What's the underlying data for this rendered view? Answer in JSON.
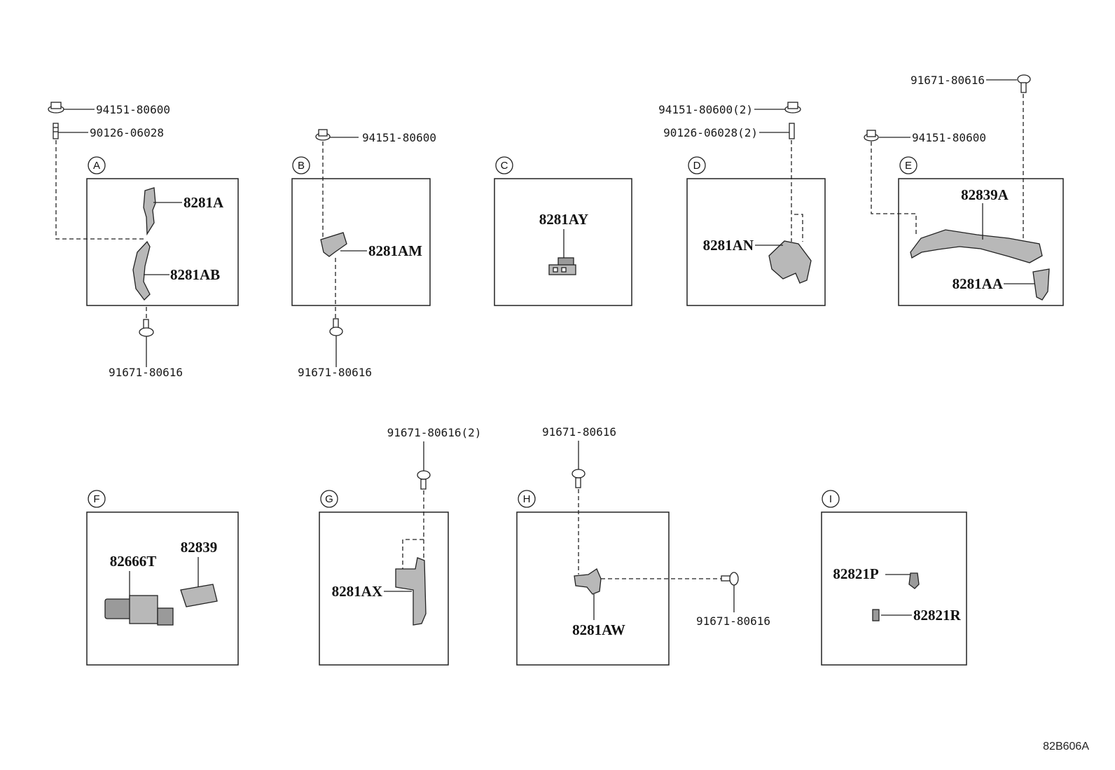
{
  "sections": [
    {
      "letter": "A",
      "parts": [
        "8281A",
        "8281AB"
      ],
      "fasteners": [
        "94151-80600",
        "90126-06028",
        "91671-80616"
      ]
    },
    {
      "letter": "B",
      "parts": [
        "8281AM"
      ],
      "fasteners": [
        "94151-80600",
        "91671-80616"
      ]
    },
    {
      "letter": "C",
      "parts": [
        "8281AY"
      ],
      "fasteners": []
    },
    {
      "letter": "D",
      "parts": [
        "8281AN"
      ],
      "fasteners": [
        "94151-80600(2)",
        "90126-06028(2)"
      ]
    },
    {
      "letter": "E",
      "parts": [
        "82839A",
        "8281AA"
      ],
      "fasteners": [
        "91671-80616",
        "94151-80600"
      ]
    },
    {
      "letter": "F",
      "parts": [
        "82666T",
        "82839"
      ],
      "fasteners": []
    },
    {
      "letter": "G",
      "parts": [
        "8281AX"
      ],
      "fasteners": [
        "91671-80616(2)"
      ]
    },
    {
      "letter": "H",
      "parts": [
        "8281AW"
      ],
      "fasteners": [
        "91671-80616",
        "91671-80616"
      ]
    },
    {
      "letter": "I",
      "parts": [
        "82821P",
        "82821R"
      ],
      "fasteners": []
    }
  ],
  "diagram_code": "82B606A"
}
